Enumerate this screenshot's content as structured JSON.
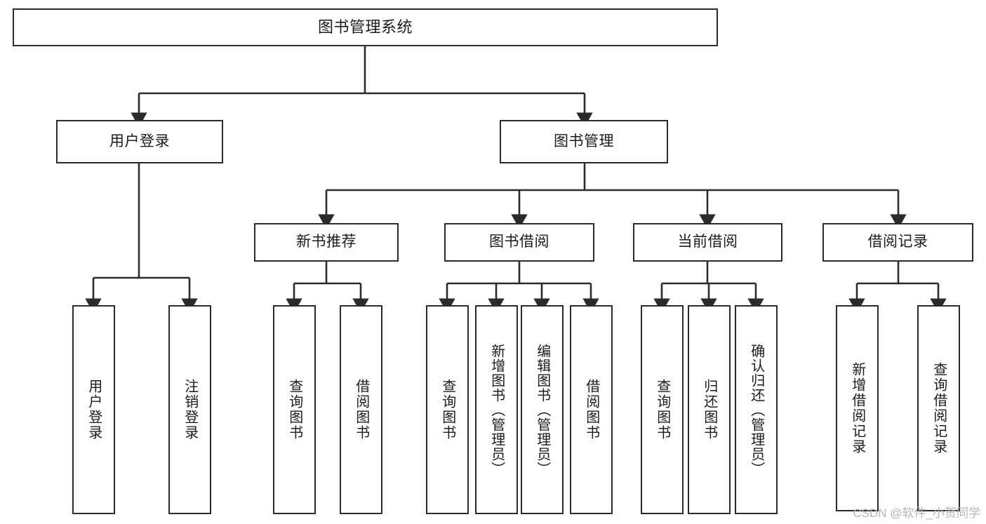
{
  "diagram": {
    "title": "图书管理系统",
    "type": "tree-hierarchy-chart",
    "stroke_color": "#2b2b2b",
    "fill_color": "#ffffff",
    "text_color": "#1b1b1b",
    "watermark": "CSDN @软件_小贺同学",
    "nodes": {
      "root": {
        "label": "图书管理系统"
      },
      "level2": [
        {
          "id": "user-login",
          "label": "用户登录"
        },
        {
          "id": "book-manage",
          "label": "图书管理"
        }
      ],
      "level3": [
        {
          "id": "new-book-rec",
          "label": "新书推荐"
        },
        {
          "id": "book-borrow",
          "label": "图书借阅"
        },
        {
          "id": "current-borrow",
          "label": "当前借阅"
        },
        {
          "id": "borrow-record",
          "label": "借阅记录"
        }
      ],
      "leaves": {
        "user-login": [
          {
            "id": "leaf-user-login",
            "label": "用户登录"
          },
          {
            "id": "leaf-user-logout",
            "label": "注销登录"
          }
        ],
        "new-book-rec": [
          {
            "id": "leaf-query-book-1",
            "label": "查询图书"
          },
          {
            "id": "leaf-borrow-book-1",
            "label": "借阅图书"
          }
        ],
        "book-borrow": [
          {
            "id": "leaf-query-book-2",
            "label": "查询图书"
          },
          {
            "id": "leaf-add-book",
            "label": "新增图书（管理员）"
          },
          {
            "id": "leaf-edit-book",
            "label": "编辑图书（管理员）"
          },
          {
            "id": "leaf-borrow-book-2",
            "label": "借阅图书"
          }
        ],
        "current-borrow": [
          {
            "id": "leaf-query-book-3",
            "label": "查询图书"
          },
          {
            "id": "leaf-return-book",
            "label": "归还图书"
          },
          {
            "id": "leaf-confirm-return",
            "label": "确认归还（管理员）"
          }
        ],
        "borrow-record": [
          {
            "id": "leaf-add-record",
            "label": "新增借阅记录"
          },
          {
            "id": "leaf-query-record",
            "label": "查询借阅记录"
          }
        ]
      }
    }
  }
}
